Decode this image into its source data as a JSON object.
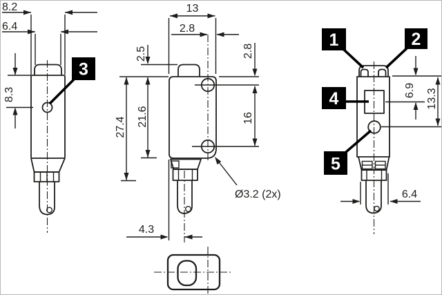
{
  "dimensions": {
    "side_body_width": "8.2",
    "side_cap_width": "6.4",
    "side_lens_offset": "8.3",
    "front_width": "13",
    "front_hole_offset_x": "2.8",
    "front_cap_height": "2.5",
    "front_hole_offset_y": "2.8",
    "front_body_height": "21.6",
    "front_total_height": "27.4",
    "front_hole_spacing": "16",
    "front_hole_diameter": "Ø3.2 (2x)",
    "front_cable_offset": "4.3",
    "rear_adjuster_offset": "6.9",
    "rear_indicator_offset": "13.3",
    "rear_gland_width": "6.4"
  },
  "callouts": {
    "c1": "1",
    "c2": "2",
    "c3": "3",
    "c4": "4",
    "c5": "5"
  },
  "colors": {
    "line": "#1d1d1b",
    "callout_background": "#000000",
    "callout_text": "#ffffff",
    "background": "#ffffff",
    "frame_border": "#b6b6b6"
  }
}
